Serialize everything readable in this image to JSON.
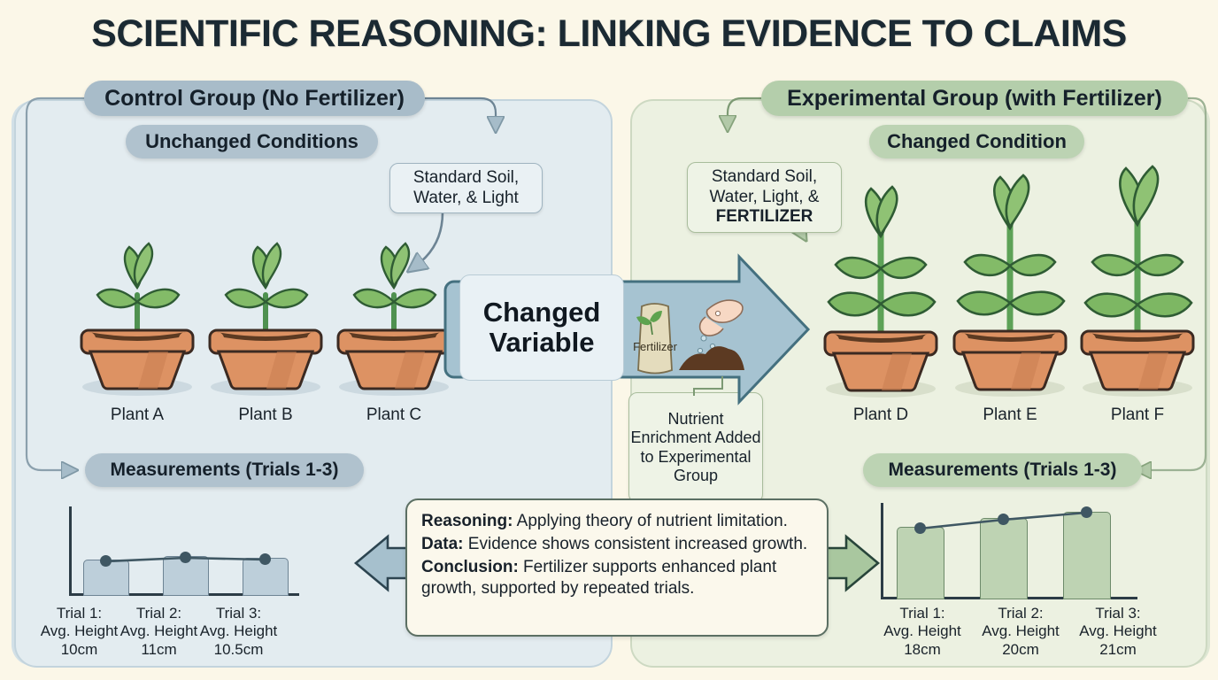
{
  "title": "SCIENTIFIC REASONING: LINKING EVIDENCE TO CLAIMS",
  "colors": {
    "background": "#fbf7e8",
    "left_panel": "#e3ecf0",
    "right_panel": "#ecf1e1",
    "pill_blue": "#a8bcc9",
    "pill_green": "#b4ceab",
    "title_text": "#1b2a33",
    "arrow_blue": "#a6c3d1",
    "arrow_green": "#a9c79f",
    "pot": "#d98b5f",
    "leaf": "#6fab5b"
  },
  "left": {
    "group_title": "Control Group (No Fertilizer)",
    "condition_pill": "Unchanged Conditions",
    "callout": "Standard Soil, Water, & Light",
    "measurements_pill": "Measurements (Trials 1-3)",
    "plants": [
      {
        "label": "Plant A"
      },
      {
        "label": "Plant B"
      },
      {
        "label": "Plant C"
      }
    ]
  },
  "right": {
    "group_title": "Experimental Group (with Fertilizer)",
    "condition_pill": "Changed Condition",
    "callout_line1": "Standard Soil,",
    "callout_line2": "Water, Light, &",
    "callout_emphasis": "FERTILIZER",
    "measurements_pill": "Measurements (Trials 1-3)",
    "plants": [
      {
        "label": "Plant D"
      },
      {
        "label": "Plant E"
      },
      {
        "label": "Plant F"
      }
    ]
  },
  "center": {
    "changed_variable_line1": "Changed",
    "changed_variable_line2": "Variable",
    "fertilizer_bag_label": "Fertilizer",
    "nutrient_callout": "Nutrient Enrichment Added to Experimental Group"
  },
  "reasoning": {
    "reasoning_label": "Reasoning:",
    "reasoning_text": " Applying theory of nutrient limitation.",
    "data_label": "Data:",
    "data_text": " Evidence shows consistent increased growth.",
    "conclusion_label": "Conclusion:",
    "conclusion_text": " Fertilizer supports enhanced plant growth, supported by repeated trials."
  },
  "chart_data": [
    {
      "type": "bar",
      "title": "Measurements (Trials 1-3)",
      "group": "Control Group (No Fertilizer)",
      "categories": [
        "Trial 1",
        "Trial 2",
        "Trial 3"
      ],
      "values": [
        10,
        11,
        10.5
      ],
      "unit": "cm",
      "ylabel": "Avg. Height",
      "ylim": [
        0,
        22
      ],
      "grid": false,
      "legend": "none",
      "tick_labels": [
        "Trial 1:\nAvg. Height\n10cm",
        "Trial 2:\nAvg. Height\n11cm",
        "Trial 3:\nAvg. Height\n10.5cm"
      ],
      "overlay_line": {
        "type": "line",
        "values": [
          10,
          11,
          10.5
        ],
        "markers": true
      }
    },
    {
      "type": "bar",
      "title": "Measurements (Trials 1-3)",
      "group": "Experimental Group (with Fertilizer)",
      "categories": [
        "Trial 1",
        "Trial 2",
        "Trial 3"
      ],
      "values": [
        18,
        20,
        21
      ],
      "unit": "cm",
      "ylabel": "Avg. Height",
      "ylim": [
        0,
        22
      ],
      "grid": false,
      "legend": "none",
      "tick_labels": [
        "Trial 1:\nAvg. Height\n18cm",
        "Trial 2:\nAvg. Height\n20cm",
        "Trial 3:\nAvg. Height\n21cm"
      ],
      "overlay_line": {
        "type": "line",
        "values": [
          18,
          20,
          21
        ],
        "markers": true
      }
    }
  ],
  "left_trials": [
    {
      "l1": "Trial 1:",
      "l2": "Avg. Height",
      "l3": "10cm"
    },
    {
      "l1": "Trial 2:",
      "l2": "Avg. Height",
      "l3": "11cm"
    },
    {
      "l1": "Trial 3:",
      "l2": "Avg. Height",
      "l3": "10.5cm"
    }
  ],
  "right_trials": [
    {
      "l1": "Trial 1:",
      "l2": "Avg. Height",
      "l3": "18cm"
    },
    {
      "l1": "Trial 2:",
      "l2": "Avg. Height",
      "l3": "20cm"
    },
    {
      "l1": "Trial 3:",
      "l2": "Avg. Height",
      "l3": "21cm"
    }
  ]
}
